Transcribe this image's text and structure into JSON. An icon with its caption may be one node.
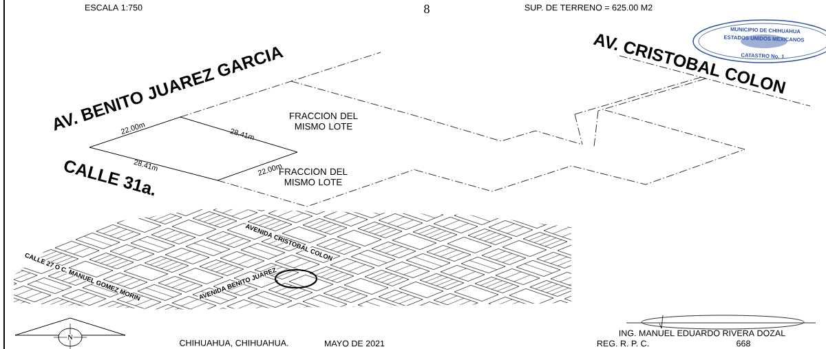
{
  "diagram": {
    "nodes": [
      {
        "text": [
          "FRACCION DEL MISMO LOTE"
        ]
      },
      {
        "text": [
          "FRACCION DEL MISMO LOTE"
        ]
      }
    ],
    "labels": [
      "ESCALA 1:750",
      "8",
      "SUP. DE TERRENO = 625.00 M2",
      "AV. BENITO JUAREZ GARCIA",
      "AV. CRISTOBAL COLON",
      "MUNICIPIO DE CHIHUAHUA",
      "ESTADOS UNIDOS MEXICANOS",
      "CATASTRO No. 1",
      "22.00m",
      "28.41m",
      "CALLE 31a.",
      "28.41m",
      "22.00m",
      "AVENIDA CRISTOBAL COLON",
      "AVENIDA BENITO JUAREZ",
      "CALLE 27 O C. MANUEL GOMEZ MORIN",
      "N",
      "CHIHUAHUA, CHIHUAHUA.",
      "MAYO DE 2021",
      "ING. MANUEL EDUARDO RIVERA DOZAL",
      "REG. R. P. C.",
      "668"
    ]
  }
}
